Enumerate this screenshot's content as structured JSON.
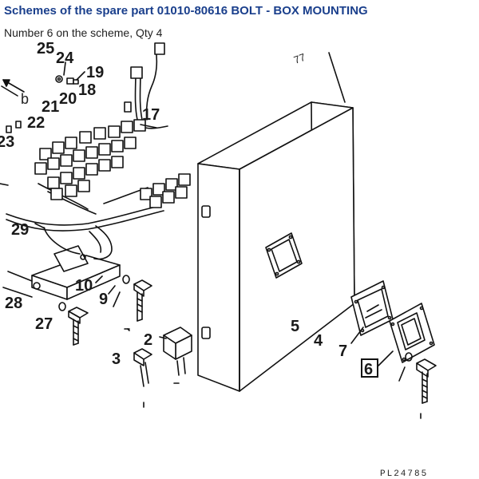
{
  "header": {
    "title": "Schemes of the spare part 01010-80616 BOLT - BOX MOUNTING",
    "subtitle": "Number 6 on the scheme, Qty 4"
  },
  "scheme": {
    "part_labels": {
      "p2": "2",
      "p3": "3",
      "p4": "4",
      "p5": "5",
      "p6": "6",
      "p7": "7",
      "p9": "9",
      "p10": "10",
      "p17": "17",
      "p18": "18",
      "p19": "19",
      "p20": "20",
      "p21": "21",
      "p22": "22",
      "p23": "23",
      "p24": "24",
      "p25": "25",
      "p27": "27",
      "p28": "28",
      "p29": "29"
    },
    "ref_a": "b",
    "ref_top": "77",
    "highlighted_part": "6",
    "plate_code": "PL24785"
  }
}
